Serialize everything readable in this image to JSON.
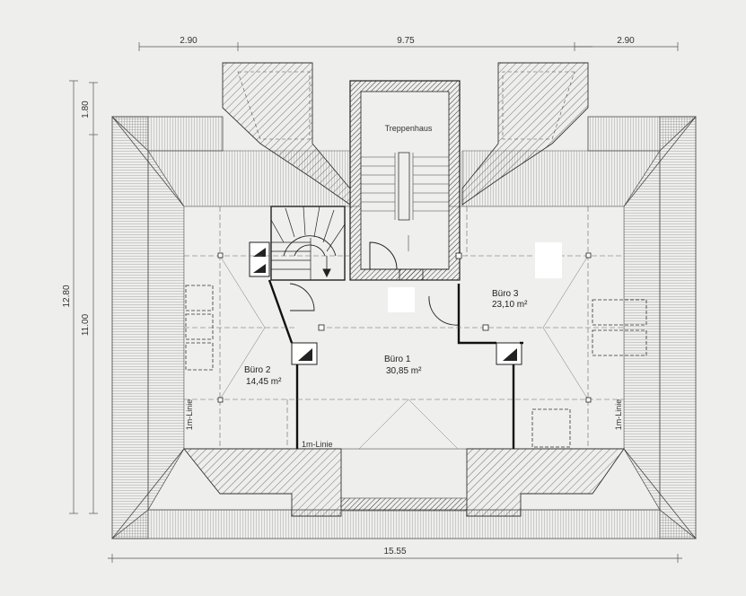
{
  "dimensions": {
    "top_left": "2.90",
    "top_middle": "9.75",
    "top_right": "2.90",
    "bottom": "15.55",
    "left_outer": "12.80",
    "left_top": "1.80",
    "left_inner": "11.00"
  },
  "rooms": {
    "stair": {
      "label": "Treppenhaus"
    },
    "buero1": {
      "label": "Büro 1",
      "area": "30,85 m²"
    },
    "buero2": {
      "label": "Büro 2",
      "area": "14,45 m²"
    },
    "buero3": {
      "label": "Büro 3",
      "area": "23,10 m²"
    }
  },
  "annotations": {
    "line_left": "1m-Linie",
    "line_right": "1m-Linie",
    "line_bottom": "1m-Linie"
  },
  "colors": {
    "background": "#eeeeec",
    "line": "#444444",
    "hatch": "#777777",
    "wall": "#111111"
  }
}
